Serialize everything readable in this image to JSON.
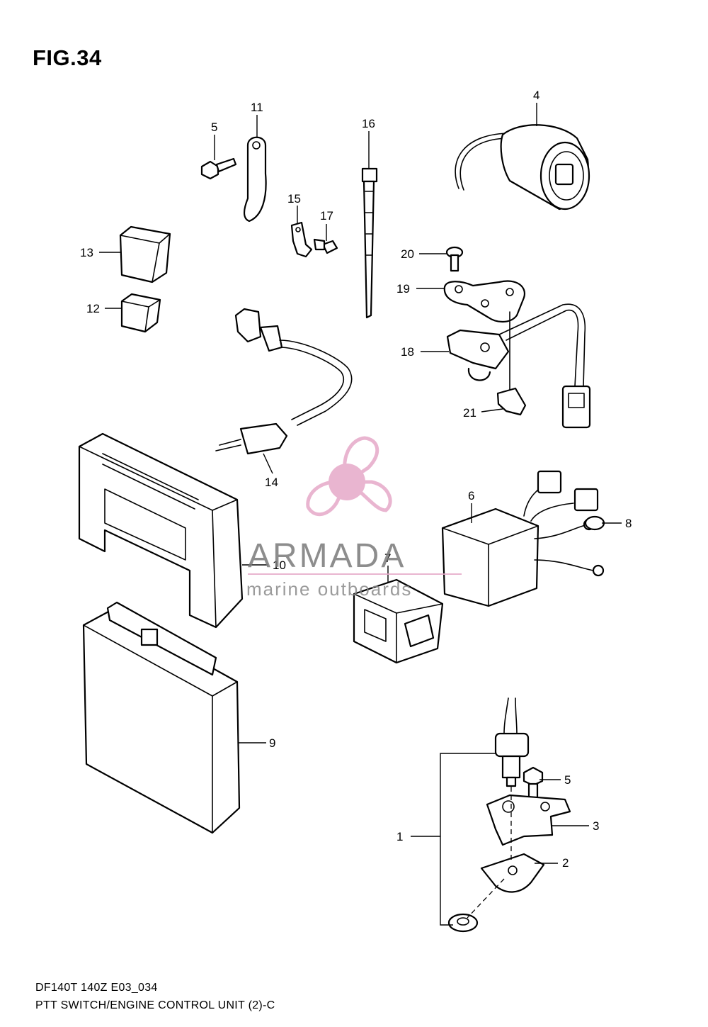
{
  "figure": {
    "title": "FIG.34",
    "model_code": "DF140T 140Z E03_034",
    "caption": "PTT SWITCH/ENGINE CONTROL UNIT (2)-C"
  },
  "callouts": [
    {
      "id": "c1",
      "label": "1"
    },
    {
      "id": "c2",
      "label": "2"
    },
    {
      "id": "c3",
      "label": "3"
    },
    {
      "id": "c4",
      "label": "4"
    },
    {
      "id": "c5a",
      "label": "5"
    },
    {
      "id": "c5b",
      "label": "5"
    },
    {
      "id": "c6",
      "label": "6"
    },
    {
      "id": "c7",
      "label": "7"
    },
    {
      "id": "c8",
      "label": "8"
    },
    {
      "id": "c9",
      "label": "9"
    },
    {
      "id": "c10",
      "label": "10"
    },
    {
      "id": "c11",
      "label": "11"
    },
    {
      "id": "c12",
      "label": "12"
    },
    {
      "id": "c13",
      "label": "13"
    },
    {
      "id": "c14",
      "label": "14"
    },
    {
      "id": "c15",
      "label": "15"
    },
    {
      "id": "c16",
      "label": "16"
    },
    {
      "id": "c17",
      "label": "17"
    },
    {
      "id": "c18",
      "label": "18"
    },
    {
      "id": "c19",
      "label": "19"
    },
    {
      "id": "c20",
      "label": "20"
    },
    {
      "id": "c21",
      "label": "21"
    }
  ],
  "watermark": {
    "brand": "ARMADA",
    "tagline": "marine outboards",
    "logo_color": "#e6a9c8",
    "text_color": "#7a7a7a"
  }
}
